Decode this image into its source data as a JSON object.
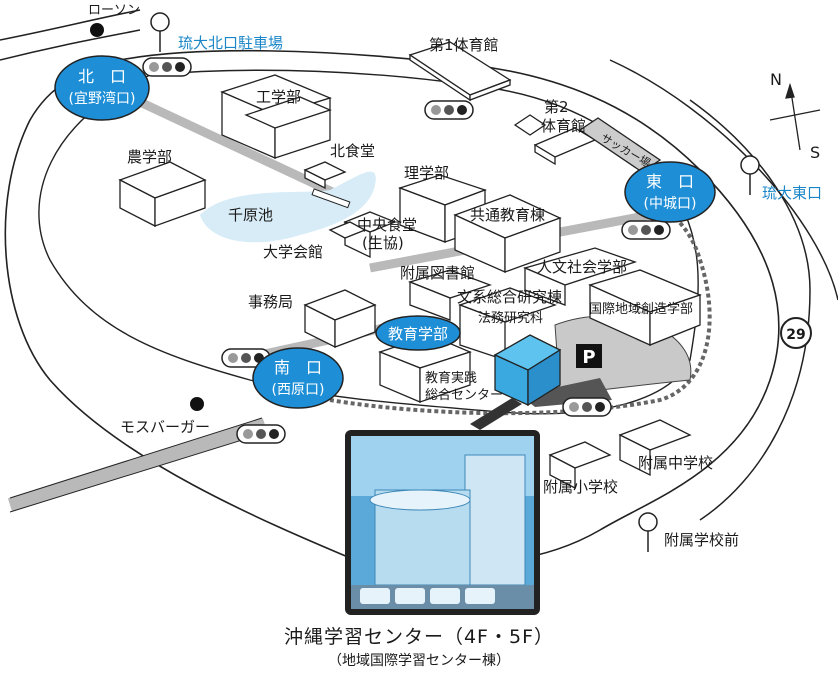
{
  "colors": {
    "gate_fill": "#1e8fd6",
    "accent_text": "#1a86c7",
    "building_stroke": "#222222",
    "road_gray": "#b9b9b9",
    "pond": "#d7ecf7"
  },
  "gates": {
    "north": {
      "name": "北　口",
      "sub": "(宜野湾口)"
    },
    "east": {
      "name": "東　口",
      "sub": "(中城口)"
    },
    "south": {
      "name": "南　口",
      "sub": "(西原口)"
    },
    "education": {
      "name": "教育学部"
    }
  },
  "bus_stops": {
    "north_parking": "琉大北口駐車場",
    "east": "琉大東口",
    "affiliated_school": "附属学校前"
  },
  "shops": {
    "lawson": "ローソン",
    "mos": "モスバーガー"
  },
  "labels": {
    "gym1": "第1体育館",
    "gym2_line1": "第2",
    "gym2_line2": "体育館",
    "soccer": "サッカー場",
    "engineering": "工学部",
    "north_cafeteria": "北食堂",
    "agriculture": "農学部",
    "pond": "千原池",
    "science": "理学部",
    "central_cafeteria": "中央食堂",
    "coop": "(生協)",
    "common_building": "共通教育棟",
    "university_hall": "大学会館",
    "library": "附属図書館",
    "humanities_social": "人文社会学部",
    "humanities_research": "文系総合研究棟",
    "law_school": "法務研究科",
    "global_regional": "国際地域創造学部",
    "admin_office": "事務局",
    "edu_practice_1": "教育実践",
    "edu_practice_2": "総合センター",
    "parking": "P",
    "junior_high": "附属中学校",
    "elementary": "附属小学校",
    "route": "29",
    "north_letter": "N",
    "south_letter": "S"
  },
  "photo": {
    "description_visible": "building photo"
  },
  "caption": {
    "line1": "沖縄学習センター（4F・5F）",
    "line2": "（地域国際学習センター棟）"
  }
}
